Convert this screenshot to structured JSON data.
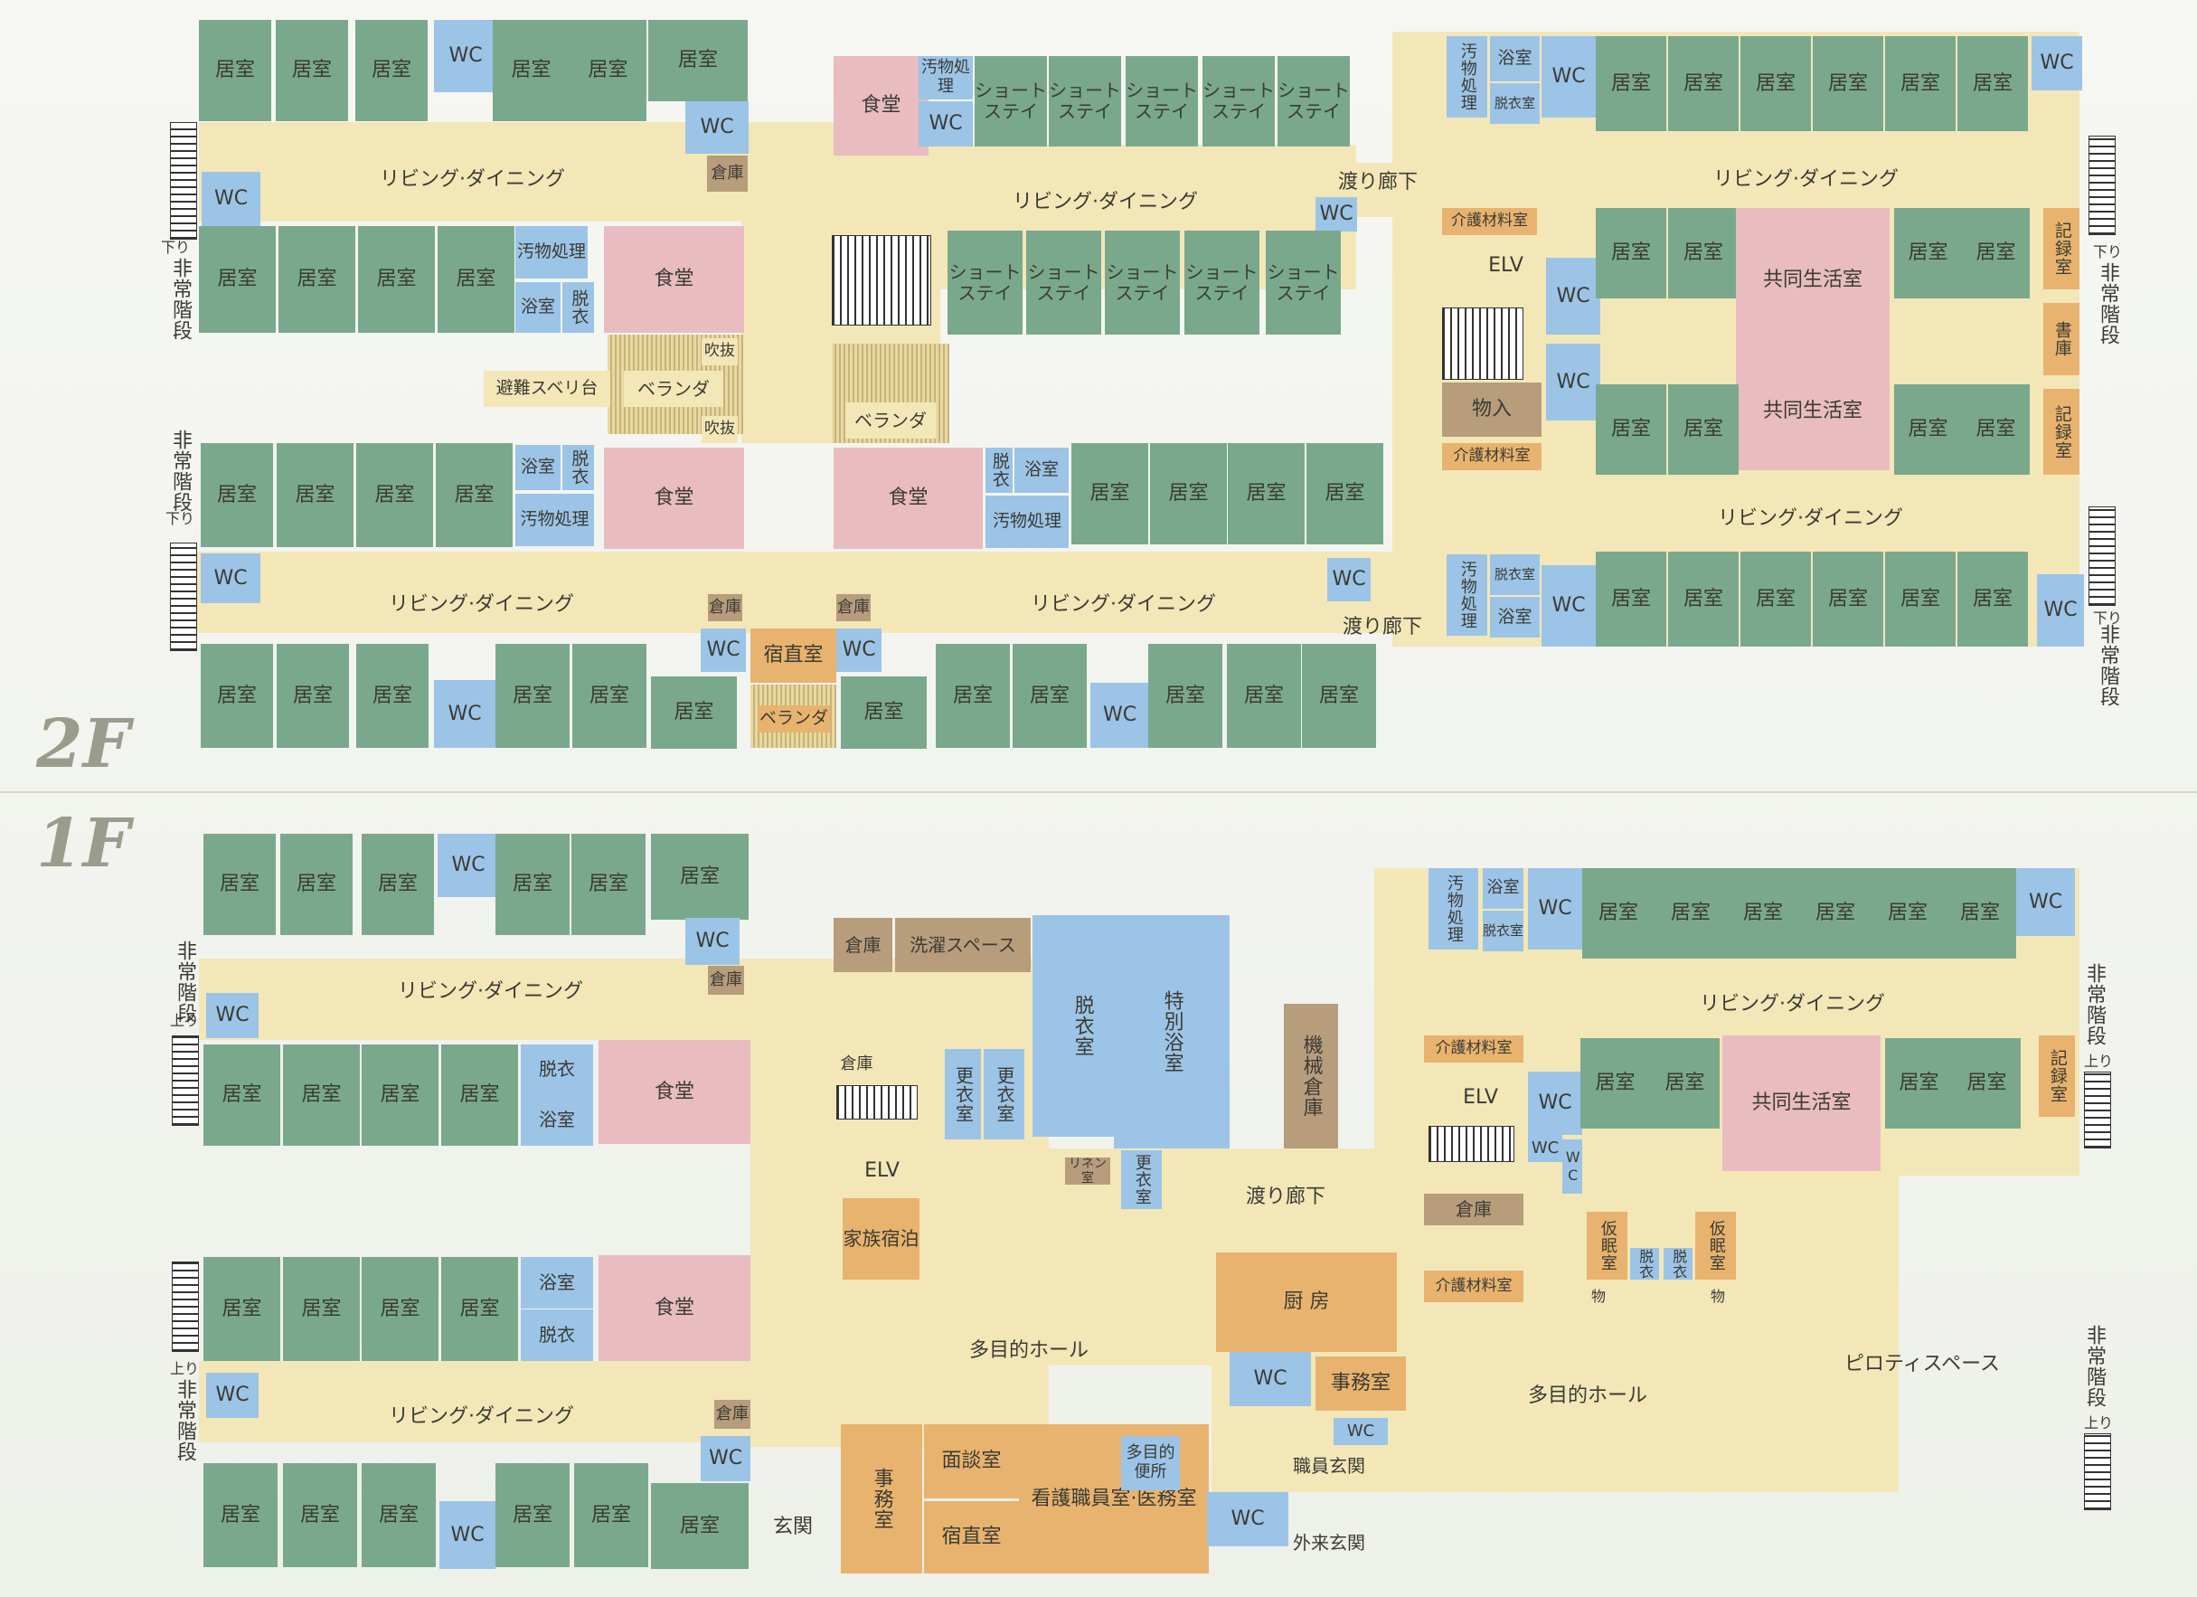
{
  "floors": {
    "f2": "2F",
    "f1": "1F"
  },
  "labels": {
    "kyoshitsu": "居室",
    "wc": "WC",
    "wc_v": "WC",
    "living": "リビング·ダイニング",
    "shokudo": "食堂",
    "ojutsu": "汚物処理",
    "yokushitsu": "浴室",
    "datsui": "脱衣",
    "datsuishitsu": "脱衣室",
    "soko": "倉庫",
    "elv": "ELV",
    "veranda": "ベランダ",
    "fukinuke": "吹抜",
    "short": "ショート ステイ",
    "watari": "渡り廊下",
    "kaigo": "介護材料室",
    "monoire": "物入",
    "kyodo": "共同生活室",
    "kiroku": "記録室",
    "shoko": "書庫",
    "shukuchoku": "宿直室",
    "hinan": "避難スベリ台",
    "stair_down": "非常階段",
    "stair_up": "非常階段",
    "kudari": "下り",
    "nobori": "上り",
    "sentaku": "洗濯スペース",
    "tokubetsu": "特別浴室",
    "koui": "更衣室",
    "kikai": "機械倉庫",
    "rinen": "リネン室",
    "kazoku": "家族宿泊",
    "tamokuteki": "多目的ホール",
    "chubo": "厨 房",
    "jimu": "事務室",
    "mendan": "面談室",
    "shukuchoku2": "宿直室",
    "kango": "看護職員室·医務室",
    "tamoku_ben": "多目的便所",
    "genkan": "玄関",
    "shokuin": "職員玄関",
    "gairai": "外来玄関",
    "kamin": "仮眠室",
    "butsu": "物",
    "piloti": "ピロティスペース"
  }
}
